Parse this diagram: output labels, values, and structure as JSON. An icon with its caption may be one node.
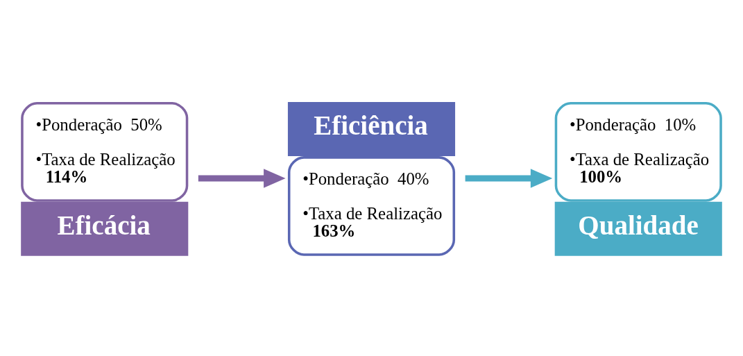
{
  "diagram": {
    "nodes": [
      {
        "text": [
          "•Ponderação  50%",
          "•Taxa de Realização **114%**",
          "Eficácia"
        ]
      },
      {
        "text": [
          "Eficiência",
          "•Ponderação  40%",
          "•Taxa de Realização **163%**"
        ]
      },
      {
        "text": [
          "•Ponderação  10%",
          "•Taxa de Realização **100%**",
          "Qualidade"
        ]
      }
    ],
    "edges": [
      {
        "from": 0,
        "to": 1,
        "arrow": "to",
        "color": "#8064a2"
      },
      {
        "from": 1,
        "to": 2,
        "arrow": "to",
        "color": "#4bacc6"
      }
    ]
  }
}
